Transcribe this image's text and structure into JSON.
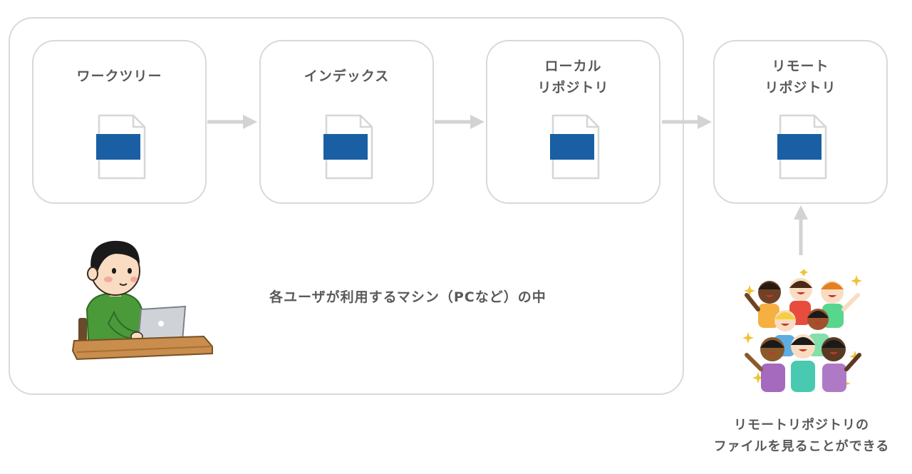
{
  "stages": [
    {
      "title": "ワークツリー"
    },
    {
      "title": "インデックス"
    },
    {
      "title": "ローカル\nリポジトリ"
    },
    {
      "title": "リモート\nリポジトリ"
    }
  ],
  "machine_label": "各ユーザが利用するマシン（PCなど）の中",
  "remote_caption": "リモートリポジトリの\nファイルを見ることができる",
  "icons": {
    "file": "file-icon",
    "user": "person-at-laptop-illustration",
    "group": "group-of-people-illustration",
    "arrow": "arrow-icon"
  },
  "colors": {
    "file_band": "#1a5fa3",
    "border": "#d9d9d9",
    "arrow": "#d3d3d3",
    "text": "#595959"
  }
}
